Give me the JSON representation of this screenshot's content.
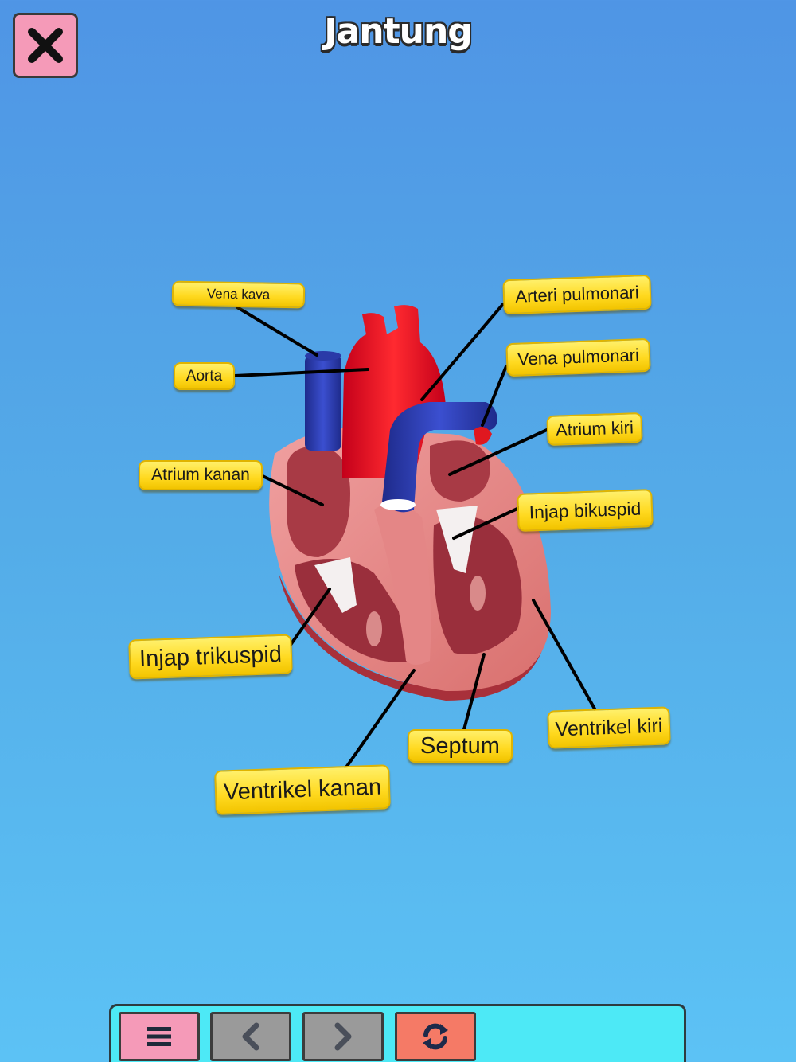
{
  "header": {
    "title": "Jantung"
  },
  "diagram": {
    "labels": {
      "vena_kava": "Vena kava",
      "aorta": "Aorta",
      "atrium_kanan": "Atrium kanan",
      "injap_trikuspid": "Injap trikuspid",
      "ventrikel_kanan": "Ventrikel kanan",
      "septum": "Septum",
      "ventrikel_kiri": "Ventrikel kiri",
      "injap_bikuspid": "Injap bikuspid",
      "atrium_kiri": "Atrium kiri",
      "vena_pulmonari": "Vena pulmonari",
      "arteri_pulmonari": "Arteri pulmonari"
    }
  },
  "colors": {
    "label_fill": "#ffd91f",
    "close_button": "#f59ab8",
    "toolbar": "#4de9f6",
    "reload_button": "#f57a66"
  },
  "icons": {
    "close": "close-icon",
    "menu": "menu-icon",
    "prev": "chevron-left-icon",
    "next": "chevron-right-icon",
    "reload": "reload-icon"
  }
}
